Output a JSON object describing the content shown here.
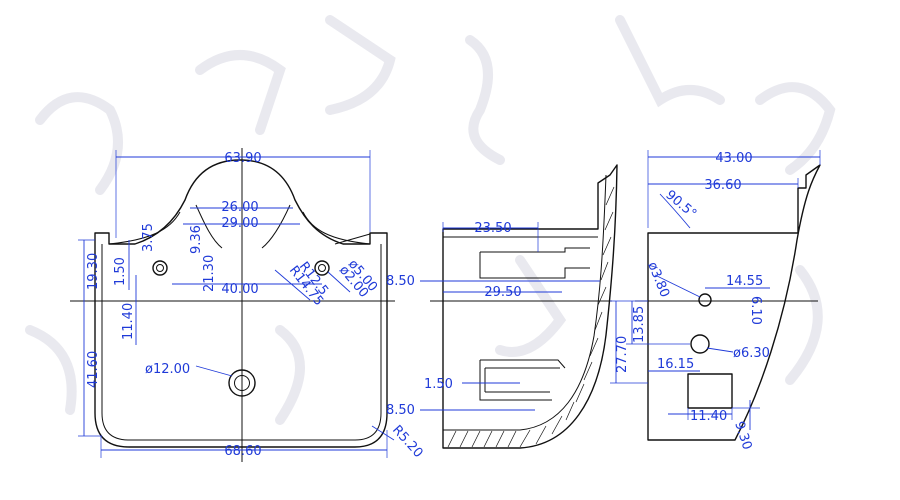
{
  "drawing": {
    "colors": {
      "line": "#111111",
      "dimension": "#1f3ad8",
      "background": "#ffffff"
    },
    "front_view": {
      "overall_top": "63.90",
      "bowl_inner": "26.00",
      "bowl_outer": "29.00",
      "bottom_width": "68.60",
      "left_upper": "19.30",
      "left_total": "41.60",
      "lip": "1.50",
      "hole_drop": "11.40",
      "small_a": "3.75",
      "small_b": "9.36",
      "small_c": "21.30",
      "hole_span": "40.00",
      "r_large": "R14.75",
      "r_mid": "R12.5",
      "dia_a": "ø5.00",
      "dia_b": "ø2.00",
      "drain": "ø12.00",
      "corner_r": "R5.20"
    },
    "side_view": {
      "top": "23.50",
      "ledge": "8.50",
      "mid": "29.50",
      "wall": "1.50",
      "base": "8.50"
    },
    "back_view": {
      "overall": "43.00",
      "upper": "36.60",
      "angle": "90.5°",
      "hole1_dia": "ø3.80",
      "hole1_x": "14.55",
      "hole1_y": "6.10",
      "total_h": "27.70",
      "mid_h": "13.85",
      "hole2_x": "16.15",
      "hole2_dia": "ø6.30",
      "slot_w": "11.40",
      "slot_h": "9.30"
    }
  }
}
